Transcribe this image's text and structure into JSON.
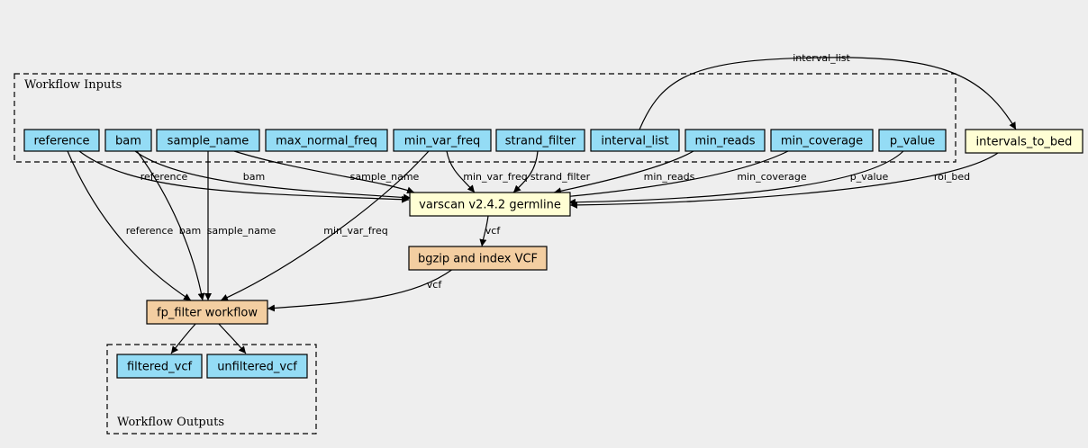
{
  "colors": {
    "background": "#eeeeee",
    "input": "#94dcf5",
    "tool": "#fffed4",
    "subworkflow": "#f3cea1",
    "output": "#94dcf5"
  },
  "clusters": {
    "inputs": "Workflow Inputs",
    "outputs": "Workflow Outputs"
  },
  "nodes": {
    "reference": "reference",
    "bam": "bam",
    "sample_name": "sample_name",
    "max_normal_freq": "max_normal_freq",
    "min_var_freq": "min_var_freq",
    "strand_filter": "strand_filter",
    "interval_list": "interval_list",
    "min_reads": "min_reads",
    "min_coverage": "min_coverage",
    "p_value": "p_value",
    "intervals_to_bed": "intervals_to_bed",
    "varscan": "varscan v2.4.2 germline",
    "bgzip": "bgzip and index VCF",
    "fp_filter": "fp_filter workflow",
    "filtered_vcf": "filtered_vcf",
    "unfiltered_vcf": "unfiltered_vcf"
  },
  "edges": {
    "interval_list_to_bed": "interval_list",
    "reference_varscan": "reference",
    "bam_varscan": "bam",
    "sample_name_varscan": "sample_name",
    "min_var_freq_varscan": "min_var_freq",
    "strand_filter_varscan": "strand_filter",
    "min_reads_varscan": "min_reads",
    "min_coverage_varscan": "min_coverage",
    "p_value_varscan": "p_value",
    "roi_bed_varscan": "roi_bed",
    "varscan_bgzip": "vcf",
    "reference_fp": "reference",
    "bam_fp": "bam",
    "sample_name_fp": "sample_name",
    "min_var_freq_fp": "min_var_freq",
    "bgzip_fp": "vcf"
  }
}
